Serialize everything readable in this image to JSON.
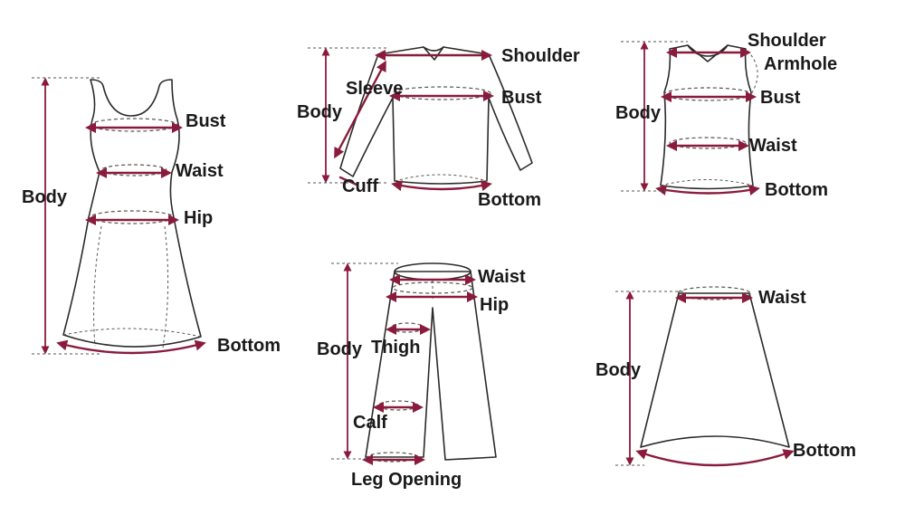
{
  "diagrams": {
    "dress": {
      "labels": {
        "bust": "Bust",
        "waist": "Waist",
        "hip": "Hip",
        "body": "Body",
        "bottom": "Bottom"
      }
    },
    "shirt": {
      "labels": {
        "shoulder": "Shoulder",
        "sleeve": "Sleeve",
        "bust": "Bust",
        "body": "Body",
        "cuff": "Cuff",
        "bottom": "Bottom"
      }
    },
    "tank": {
      "labels": {
        "shoulder": "Shoulder",
        "armhole": "Armhole",
        "bust": "Bust",
        "body": "Body",
        "waist": "Waist",
        "bottom": "Bottom"
      }
    },
    "pants": {
      "labels": {
        "waist": "Waist",
        "hip": "Hip",
        "body": "Body",
        "thigh": "Thigh",
        "calf": "Calf",
        "leg_opening": "Leg Opening"
      }
    },
    "skirt": {
      "labels": {
        "waist": "Waist",
        "body": "Body",
        "bottom": "Bottom"
      }
    }
  },
  "colors": {
    "measure_line": "#8a1b3c",
    "outline": "#2b2b2b",
    "background": "#ffffff"
  }
}
